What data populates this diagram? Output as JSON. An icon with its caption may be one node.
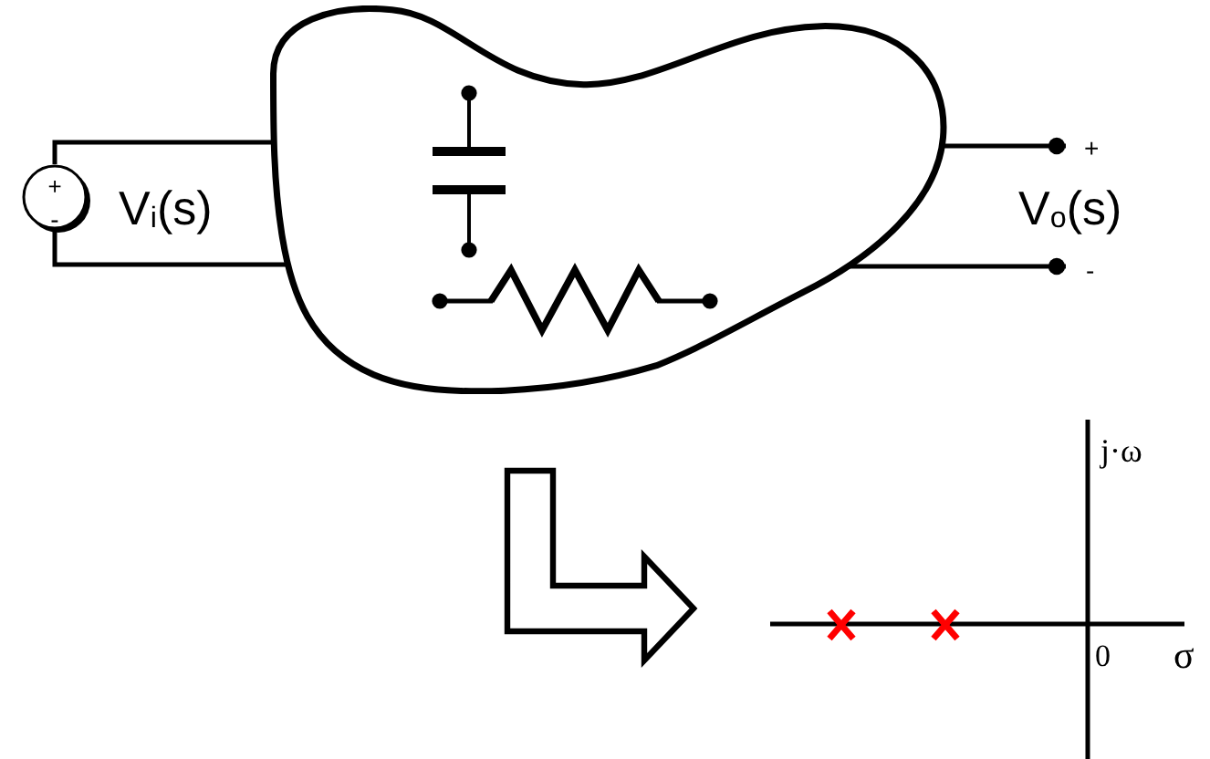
{
  "diagram": {
    "nodes": [
      {
        "text": [
          "+",
          "-"
        ],
        "beside": [
          "V$_{i}$(s)"
        ]
      },
      {
        "text": [],
        "shape": "blob"
      },
      {
        "text": [
          "+"
        ]
      },
      {
        "text": [
          "-"
        ]
      }
    ],
    "edges": [
      {
        "from": 0,
        "to": 1,
        "arrow": "none"
      },
      {
        "from": 0,
        "to": 1,
        "arrow": "none"
      },
      {
        "from": 1,
        "to": 2,
        "arrow": "other"
      },
      {
        "from": 1,
        "to": 3,
        "arrow": "other"
      }
    ],
    "labels": [
      "V$_{o}$(s)",
      "j·ω",
      "0",
      "σ"
    ]
  }
}
